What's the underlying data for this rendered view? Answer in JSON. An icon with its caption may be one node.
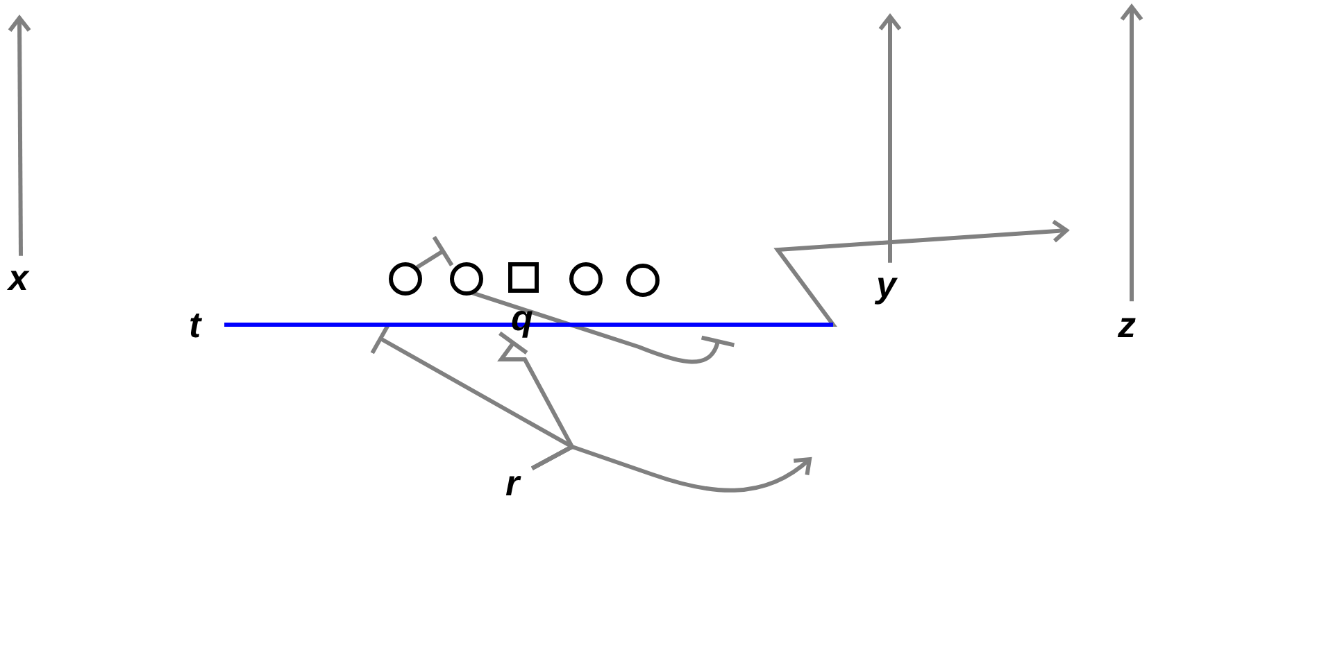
{
  "diagram": {
    "nodes": [
      {
        "text": [
          "x"
        ]
      },
      {
        "text": [
          "y"
        ]
      },
      {
        "text": [
          "z"
        ]
      },
      {
        "text": [
          "t"
        ]
      },
      {
        "text": [],
        "shape": "circle"
      },
      {
        "text": [],
        "shape": "circle"
      },
      {
        "text": [],
        "shape": "box"
      },
      {
        "text": [],
        "shape": "circle"
      },
      {
        "text": [],
        "shape": "circle"
      },
      {
        "text": [
          "r"
        ]
      },
      {
        "text": [
          "q"
        ]
      }
    ],
    "edges": [
      {
        "from": 0,
        "to": null,
        "arrow": "to"
      },
      {
        "from": 1,
        "to": null,
        "arrow": "to"
      },
      {
        "from": 2,
        "to": null,
        "arrow": "to"
      },
      {
        "from": 3,
        "to": null,
        "arrow": "none",
        "color": "#0000ff"
      },
      {
        "from": 3,
        "to": null,
        "arrow": "to"
      },
      {
        "from": 4,
        "to": null,
        "arrow": "other"
      },
      {
        "from": 5,
        "to": null,
        "arrow": "other"
      },
      {
        "from": 9,
        "to": null,
        "arrow": "other"
      },
      {
        "from": 9,
        "to": 10,
        "arrow": "other"
      },
      {
        "from": 9,
        "to": null,
        "arrow": "to"
      }
    ]
  }
}
